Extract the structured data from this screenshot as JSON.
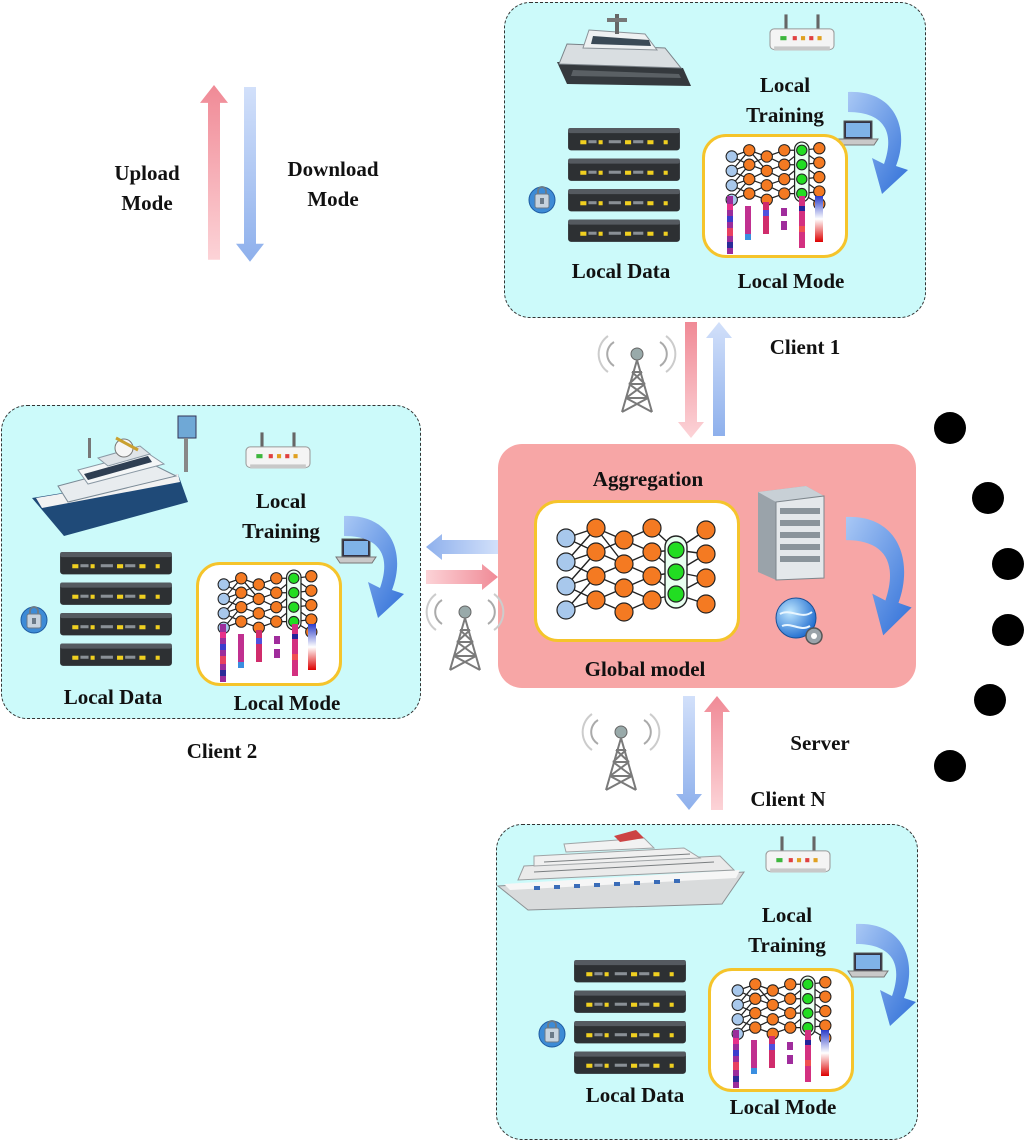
{
  "legend": {
    "upload_label": "Upload\nMode",
    "download_label": "Download\nMode",
    "upload_color": "#f4a6ae",
    "download_color": "#a8c2f0"
  },
  "clients": [
    {
      "id": "client-1",
      "name": "Client 1",
      "vessel": "catamaran-ship-icon",
      "local_training": "Local\nTraining",
      "local_data": "Local Data",
      "local_model": "Local Mode"
    },
    {
      "id": "client-2",
      "name": "Client 2",
      "vessel": "research-vessel-icon",
      "local_training": "Local\nTraining",
      "local_data": "Local Data",
      "local_model": "Local Mode"
    },
    {
      "id": "client-n",
      "name": "Client N",
      "vessel": "cruise-ship-icon",
      "local_training": "Local\nTraining",
      "local_data": "Local Data",
      "local_model": "Local Mode"
    }
  ],
  "server": {
    "name": "Server",
    "aggregation_label": "Aggregation",
    "global_model_label": "Global model"
  },
  "colors": {
    "client_bg": "#ccfafa",
    "server_bg": "#f7a6a6",
    "model_frame": "#f5c42b",
    "neuron_input": "#a8c8ec",
    "neuron_hidden": "#f47a22",
    "neuron_output_layer": "#22dd22",
    "rotate_arrow": "#3d7ee0"
  }
}
